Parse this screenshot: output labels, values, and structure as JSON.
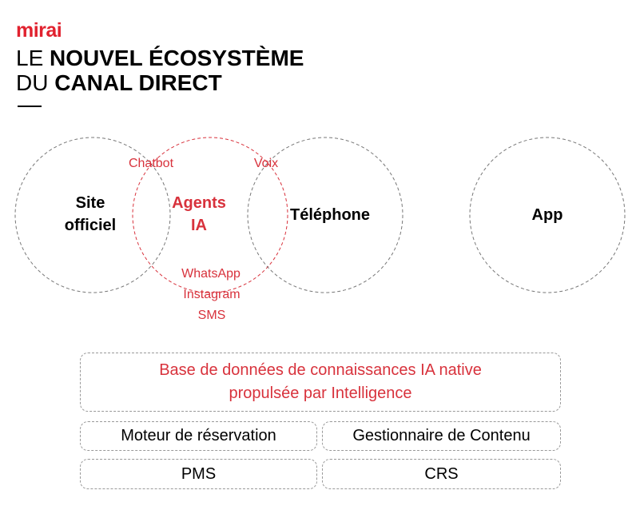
{
  "logo": "mirai",
  "title": {
    "line1_light": "LE",
    "line1_bold": "NOUVEL ÉCOSYSTÈME",
    "line2_light": "DU",
    "line2_bold": "CANAL DIRECT"
  },
  "circles": {
    "site": "Site officiel",
    "agents": "Agents IA",
    "telephone": "Téléphone",
    "app": "App"
  },
  "channels": {
    "chatbot": "Chatbot",
    "voix": "Voix",
    "whatsapp": "WhatsApp",
    "instagram": "Instagram",
    "sms": "SMS"
  },
  "boxes": {
    "knowledge_line1": "Base de données de connaissances IA native",
    "knowledge_line2": "propulsée par Intelligence",
    "booking": "Moteur de réservation",
    "content": "Gestionnaire de Contenu",
    "pms": "PMS",
    "crs": "CRS"
  },
  "colors": {
    "accent": "#d8323c",
    "logo": "#e1222f"
  }
}
